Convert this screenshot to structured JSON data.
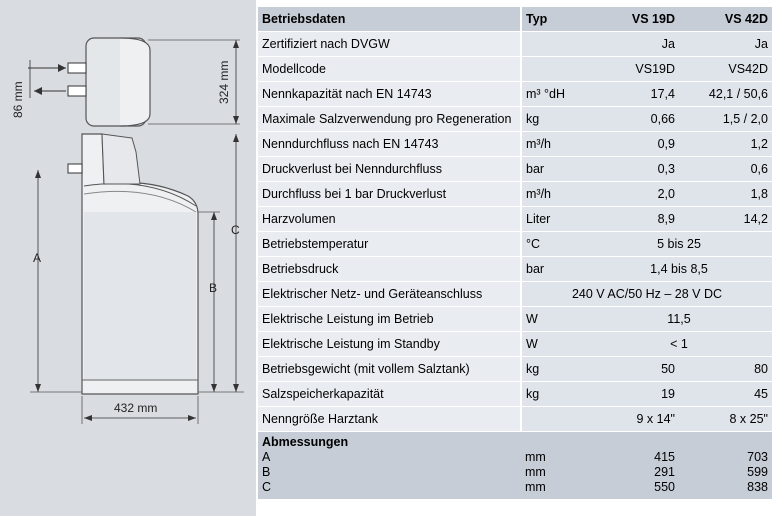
{
  "diagram": {
    "dim_width_label": "432 mm",
    "dim_height_top_label": "324 mm",
    "dim_offset_label": "86 mm",
    "label_a": "A",
    "label_b": "B",
    "label_c": "C"
  },
  "table": {
    "headers": [
      "Betriebsdaten",
      "Typ",
      "VS 19D",
      "VS 42D"
    ],
    "rows": [
      {
        "label": "Zertifiziert nach DVGW",
        "unit": "",
        "v1": "Ja",
        "v2": "Ja"
      },
      {
        "label": "Modellcode",
        "unit": "",
        "v1": "VS19D",
        "v2": "VS42D"
      },
      {
        "label": "Nennkapazität nach EN 14743",
        "unit": "m³ °dH",
        "v1": "17,4",
        "v2": "42,1 / 50,6"
      },
      {
        "label": "Maximale Salzverwendung pro Regeneration",
        "unit": "kg",
        "v1": "0,66",
        "v2": "1,5 / 2,0"
      },
      {
        "label": "Nenndurchfluss nach EN 14743",
        "unit": "m³/h",
        "v1": "0,9",
        "v2": "1,2"
      },
      {
        "label": "Druckverlust bei Nenndurchfluss",
        "unit": "bar",
        "v1": "0,3",
        "v2": "0,6"
      },
      {
        "label": "Durchfluss bei 1 bar Druckverlust",
        "unit": "m³/h",
        "v1": "2,0",
        "v2": "1,8"
      },
      {
        "label": "Harzvolumen",
        "unit": "Liter",
        "v1": "8,9",
        "v2": "14,2"
      },
      {
        "label": "Betriebstemperatur",
        "unit": "°C",
        "merged": "5 bis 25"
      },
      {
        "label": "Betriebsdruck",
        "unit": "bar",
        "merged": "1,4 bis 8,5"
      },
      {
        "label": "Elektrischer Netz- und Geräteanschluss",
        "merged_wide": "240 V AC/50 Hz – 28 V DC"
      },
      {
        "label": "Elektrische Leistung im Betrieb",
        "unit": "W",
        "merged": "11,5"
      },
      {
        "label": "Elektrische Leistung im Standby",
        "unit": "W",
        "merged": "< 1"
      },
      {
        "label": "Betriebsgewicht (mit vollem Salztank)",
        "unit": "kg",
        "v1": "50",
        "v2": "80"
      },
      {
        "label": "Salzspeicherkapazität",
        "unit": "kg",
        "v1": "19",
        "v2": "45"
      },
      {
        "label": "Nenngröße Harztank",
        "unit": "",
        "v1": "9 x 14\"",
        "v2": "8 x 25\""
      }
    ],
    "dimensions": {
      "title": "Abmessungen",
      "rows": [
        {
          "label": "A",
          "unit": "mm",
          "v1": "415",
          "v2": "703"
        },
        {
          "label": "B",
          "unit": "mm",
          "v1": "291",
          "v2": "599"
        },
        {
          "label": "C",
          "unit": "mm",
          "v1": "550",
          "v2": "838"
        }
      ]
    }
  }
}
